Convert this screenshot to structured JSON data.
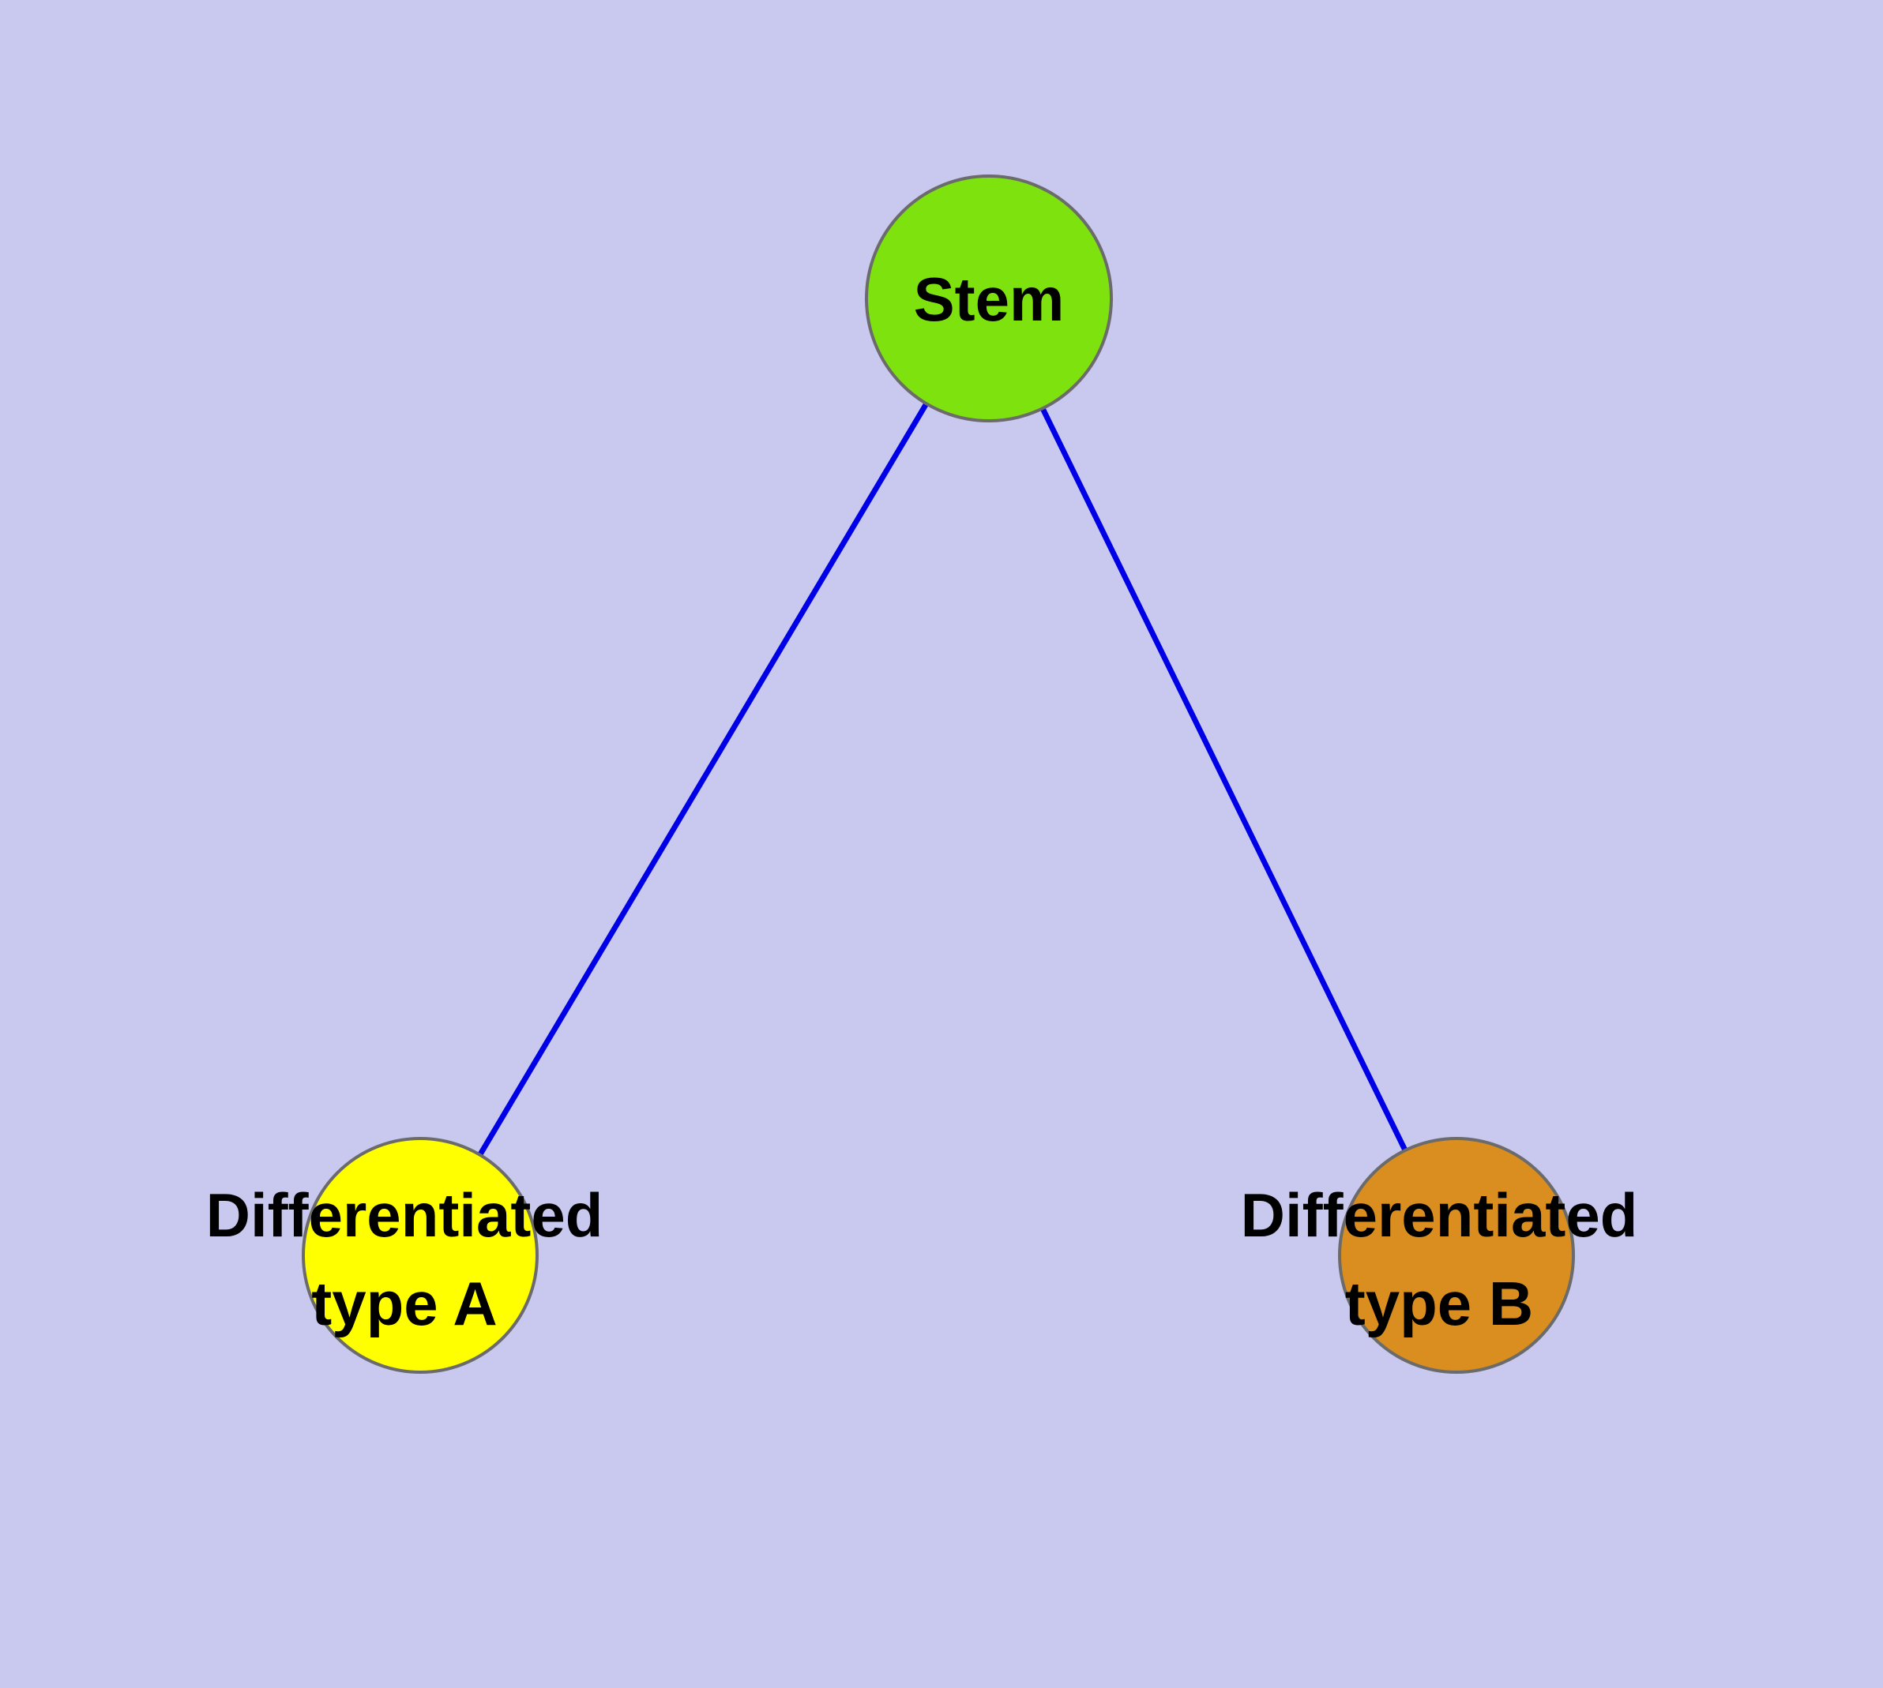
{
  "diagram": {
    "type": "node-link-graph",
    "background_color": "#c9c9f0",
    "edge_color": "#0000e6",
    "node_border_color": "#6b6b6b",
    "nodes": {
      "stem": {
        "label": "Stem",
        "fill": "#7ee20e"
      },
      "type_a": {
        "label_line1": "Differentiated",
        "label_line2": "type A",
        "fill": "#ffff00"
      },
      "type_b": {
        "label_line1": "Differentiated",
        "label_line2": "type B",
        "fill": "#d98e1f"
      }
    },
    "edges": [
      {
        "from": "Stem",
        "to": "Differentiated type A"
      },
      {
        "from": "Stem",
        "to": "Differentiated type B"
      }
    ]
  }
}
